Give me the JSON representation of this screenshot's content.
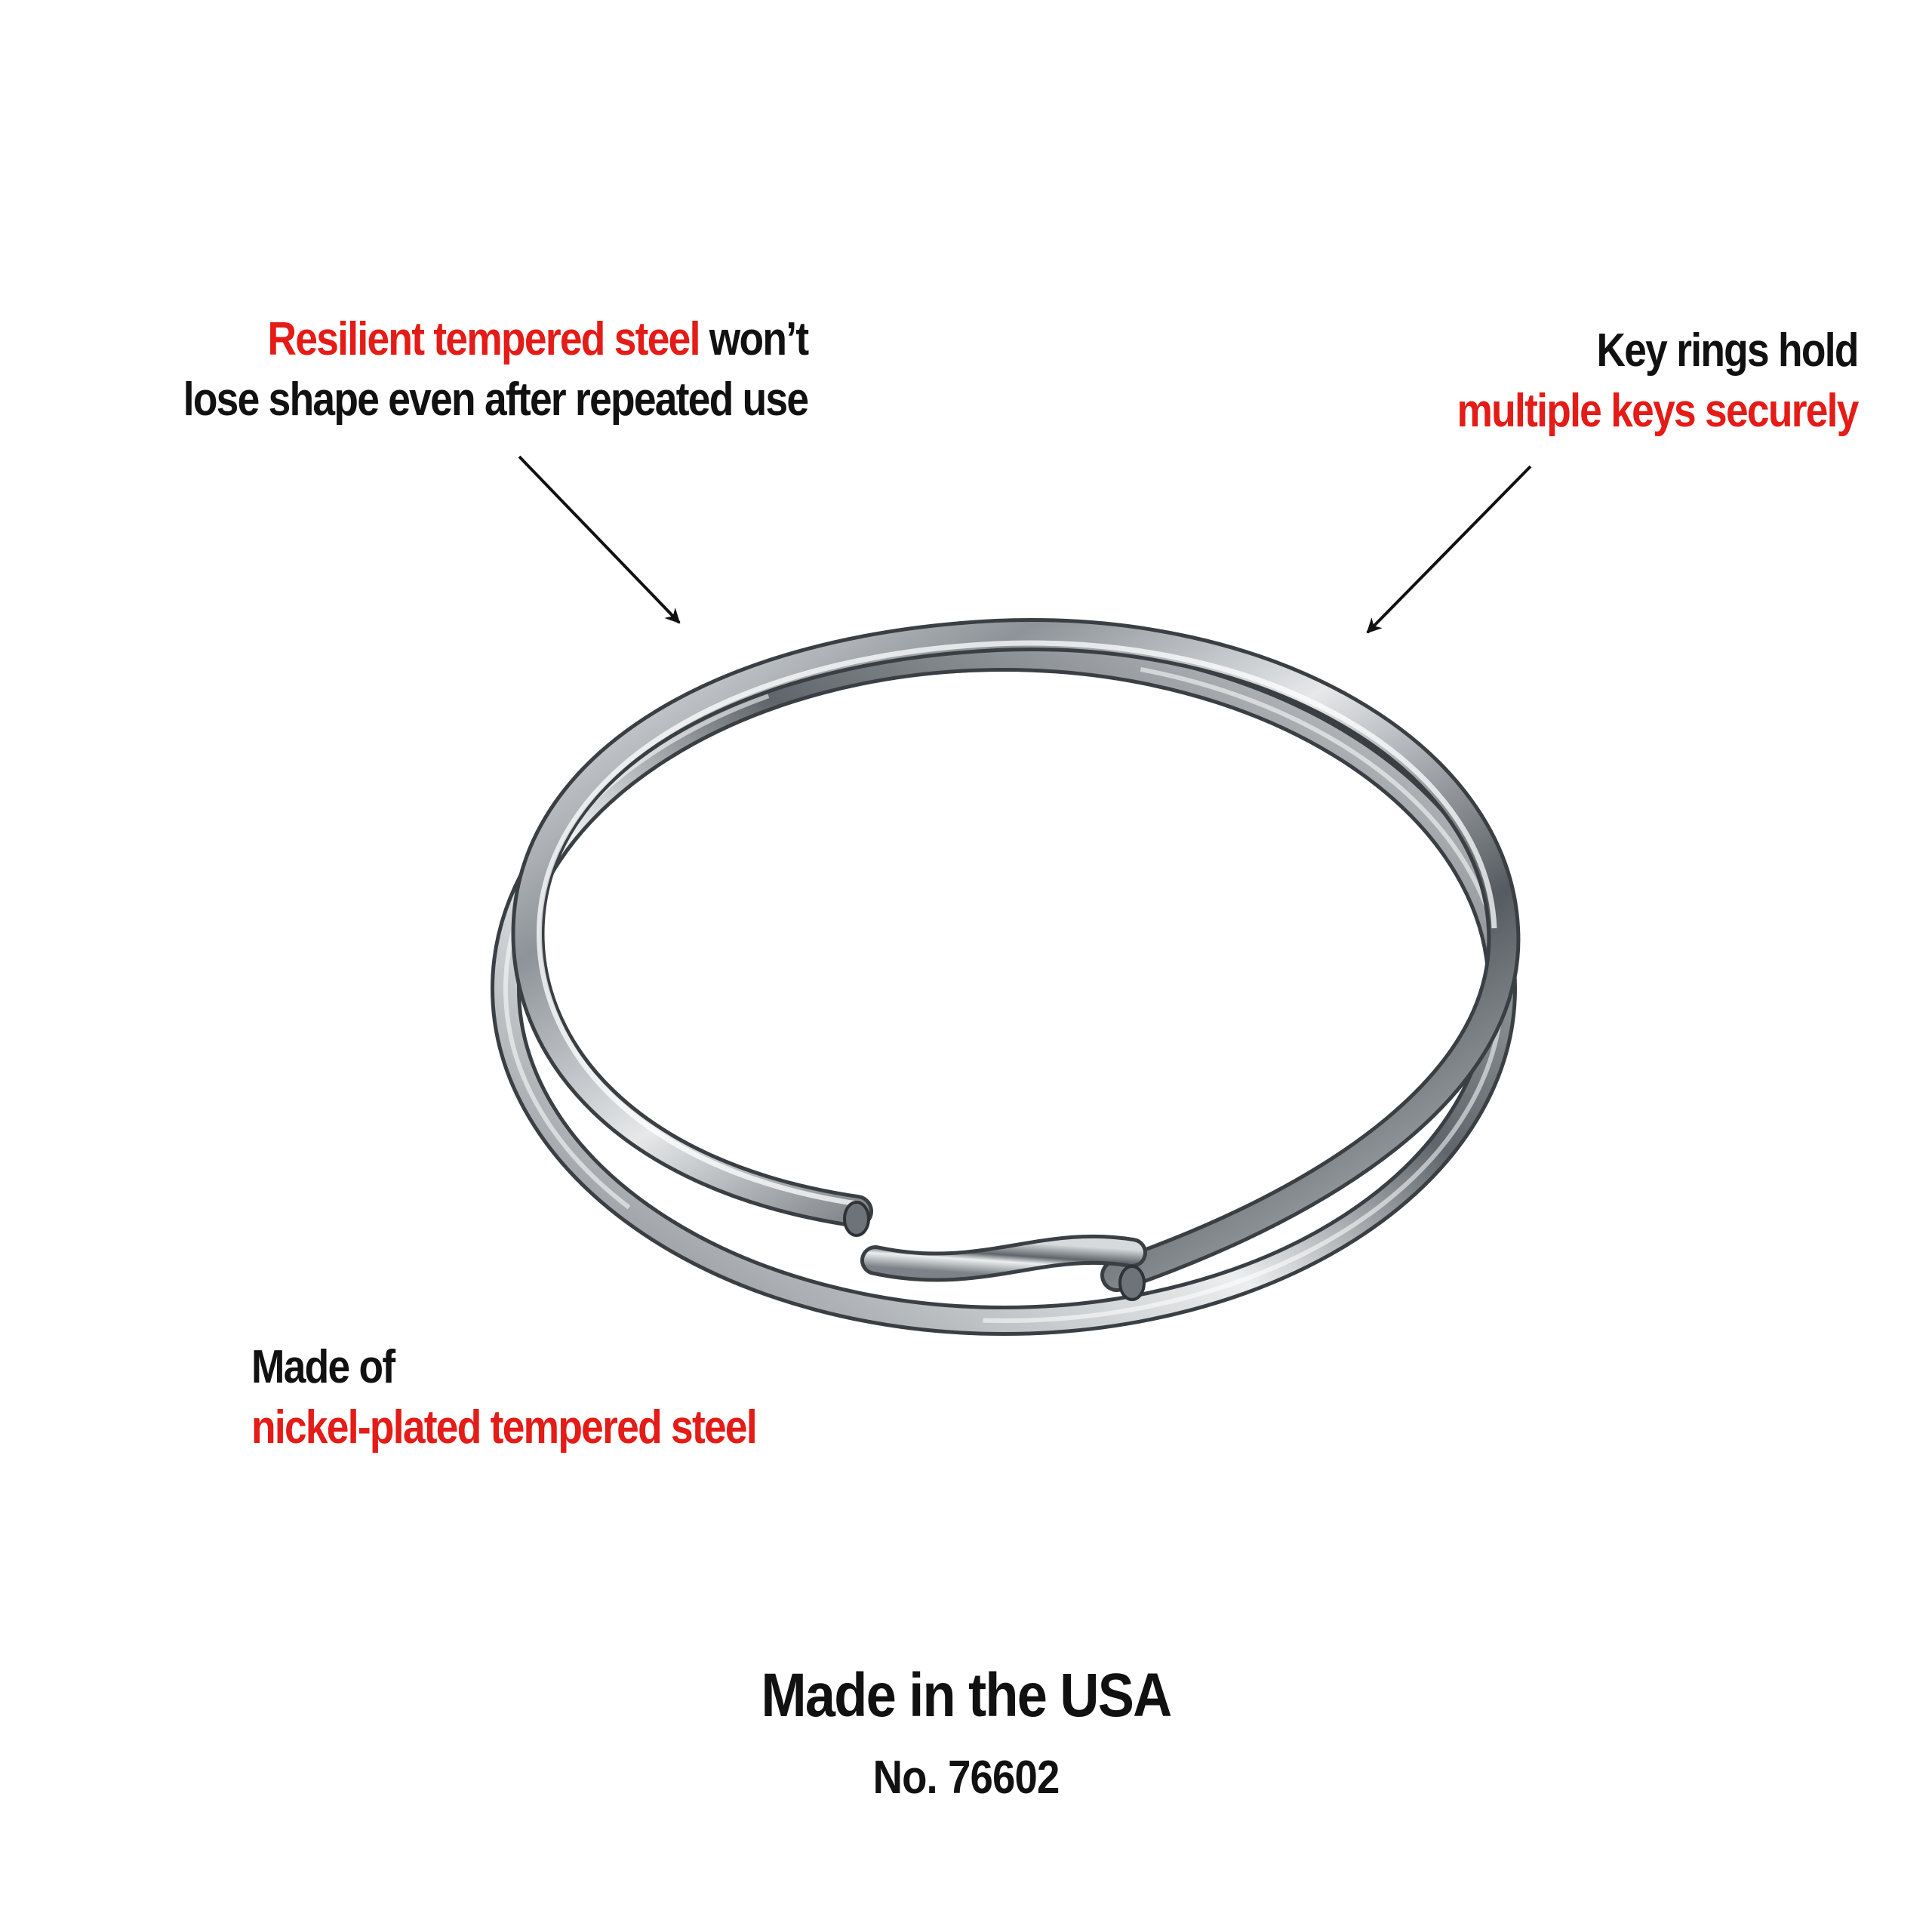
{
  "callouts": {
    "top_left": {
      "line1_red": "Resilient tempered steel",
      "line1_dark": " won’t",
      "line2": "lose shape even after repeated use"
    },
    "top_right": {
      "line1": "Key rings hold",
      "line2_red": "multiple keys securely"
    },
    "bottom_left": {
      "line1": "Made of",
      "line2_red": "nickel-plated tempered steel"
    }
  },
  "footer": {
    "origin": "Made in the USA",
    "model": "No. 76602"
  },
  "colors": {
    "accent_red": "#e41b17",
    "text_dark": "#111111",
    "background": "#ffffff",
    "metal_light": "#eef0f1",
    "metal_mid": "#9aa0a5",
    "metal_dark": "#3b4045"
  },
  "product": {
    "item": "split-key-ring"
  }
}
